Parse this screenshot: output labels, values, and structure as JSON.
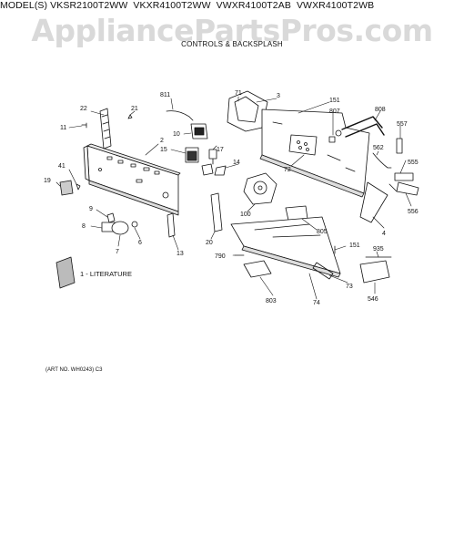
{
  "header": {
    "models": [
      "MODEL(S) VKSR2100T2WW",
      "VKXR4100T2WW",
      "VWXR4100T2AB",
      "VWXR4100T2WB"
    ]
  },
  "watermark": "AppliancePartsPros.com",
  "section_title": "CONTROLS & BACKSPLASH",
  "literature_label": "1 - LITERATURE",
  "art_number": "(ART NO. WH0243) C3",
  "part_labels": {
    "p811": "811",
    "p71": "71",
    "p3": "3",
    "p151a": "151",
    "p807": "807",
    "p808": "808",
    "p22": "22",
    "p21": "21",
    "p11": "11",
    "p10": "10",
    "p557": "557",
    "p562": "562",
    "p2": "2",
    "p15": "15",
    "p17": "17",
    "p14": "14",
    "p72": "72",
    "p555": "555",
    "p41": "41",
    "p19": "19",
    "p556": "556",
    "p100": "100",
    "p9": "9",
    "p4": "4",
    "p805": "805",
    "p8": "8",
    "p7": "7",
    "p6": "6",
    "p20": "20",
    "p13": "13",
    "p151b": "151",
    "p935": "935",
    "p790": "790",
    "p73": "73",
    "p803": "803",
    "p74": "74",
    "p546": "546"
  },
  "colors": {
    "ink": "#111111",
    "watermark": "#bdbdbd",
    "background": "#ffffff"
  }
}
